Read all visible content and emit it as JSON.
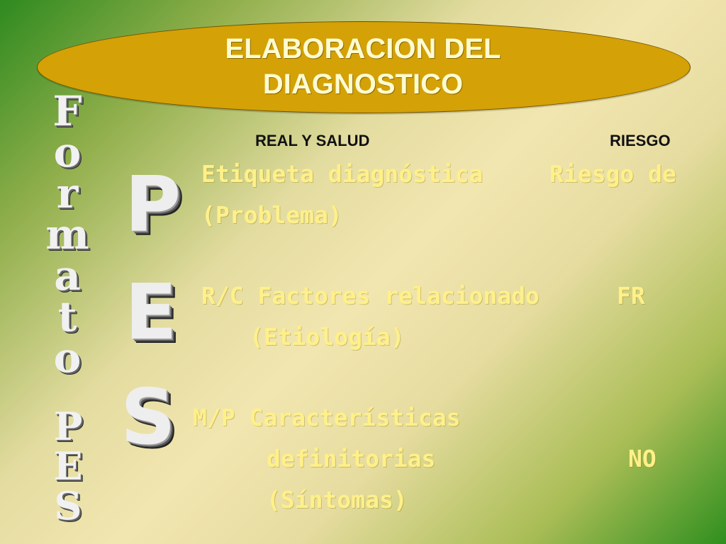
{
  "title": {
    "line1": "ELABORACION DEL",
    "line2": "DIAGNOSTICO"
  },
  "headers": {
    "real": "REAL Y SALUD",
    "risk": "RIESGO"
  },
  "big_letters": {
    "p": "P",
    "e": "E",
    "s": "S"
  },
  "vertical_text": {
    "letters": [
      "F",
      "o",
      "r",
      "m",
      "a",
      "t",
      "o"
    ],
    "pes": [
      "P",
      "E",
      "S"
    ]
  },
  "rows": {
    "p_line1": "Etiqueta diagnóstica",
    "p_line2": "(Problema)",
    "p_risk": "Riesgo de",
    "e_line1": "R/C Factores relacionado",
    "e_line2": "(Etiología)",
    "e_risk": "FR",
    "s_line1": "M/P Características",
    "s_line2": "definitorias",
    "s_line3": "(Síntomas)",
    "s_risk": "NO"
  }
}
